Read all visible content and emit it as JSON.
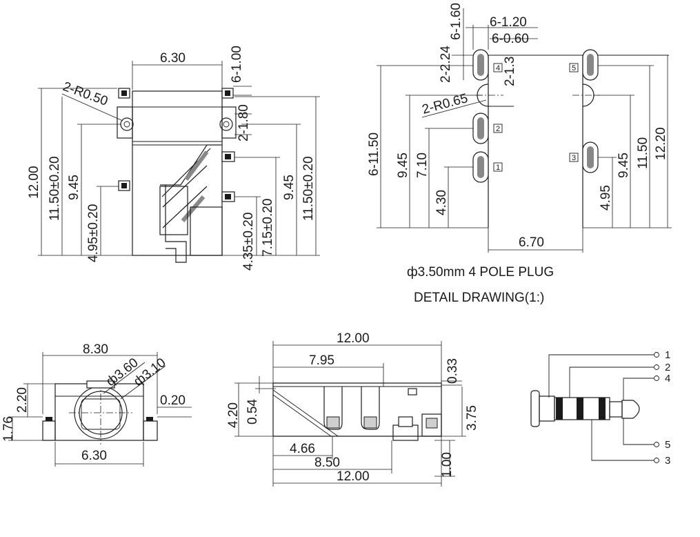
{
  "caption": {
    "line1": "ф3.50mm 4 POLE PLUG",
    "line2": "DETAIL DRAWING(1:)"
  },
  "views": {
    "top": {
      "width": "6.30",
      "pitch": "6-1.00",
      "radius": "2-R0.50",
      "hole": "2-1.80",
      "len_outer": "12.00",
      "len_left": "11.50±0.20",
      "len_945": "9.45",
      "len_495": "4.95±0.20",
      "len_435": "4.35±0.20",
      "len_715": "7.15±0.20",
      "len_945r": "9.45",
      "len_right": "11.50±0.20"
    },
    "pcb": {
      "pad_w": "6-1.20",
      "pad_h": "6-1.60",
      "slot": "6-0.60",
      "pin4": "2-2.24",
      "pin5": "2-1.3",
      "radius": "2-R0.65",
      "left_1150": "6-11.50",
      "left_945": "9.45",
      "left_710": "7.10",
      "left_430": "4.30",
      "right_495": "4.95",
      "right_945": "9.45",
      "right_1150": "11.50",
      "right_1220": "12.20",
      "span": "6.70",
      "num1": "1",
      "num2": "2",
      "num3": "3",
      "num4": "4",
      "num5": "5"
    },
    "front": {
      "width_top": "8.30",
      "phi_outer": "ф3.60",
      "phi_inner": "ф3.10",
      "left_220": "2.20",
      "left_176": "1.76",
      "right_020": "0.20",
      "width_bottom": "6.30"
    },
    "side": {
      "top_len": "12.00",
      "seg_795": "7.95",
      "h_033": "0.33",
      "h_420": "4.20",
      "h_054": "0.54",
      "h_375": "3.75",
      "seg_466": "4.66",
      "seg_850": "8.50",
      "h_100": "1.00",
      "bottom_len": "12.00"
    },
    "plug": {
      "p1": "1",
      "p2": "2",
      "p4": "4",
      "p5": "5",
      "p3": "3"
    }
  }
}
